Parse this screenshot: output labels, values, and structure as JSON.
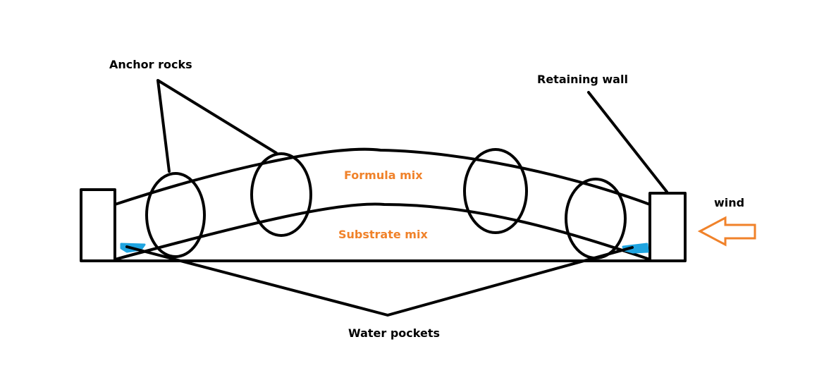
{
  "labels": {
    "anchor_rocks": "Anchor rocks",
    "retaining_wall": "Retaining wall",
    "formula_mix": "Formula mix",
    "substrate_mix": "Substrate mix",
    "wind": "wind",
    "water_pockets": "Water pockets"
  },
  "colors": {
    "line": "#000000",
    "accent": "#f0822a",
    "water": "#1fa4e0"
  },
  "icons": {
    "wind_arrow": "left-arrow-outline-icon"
  }
}
